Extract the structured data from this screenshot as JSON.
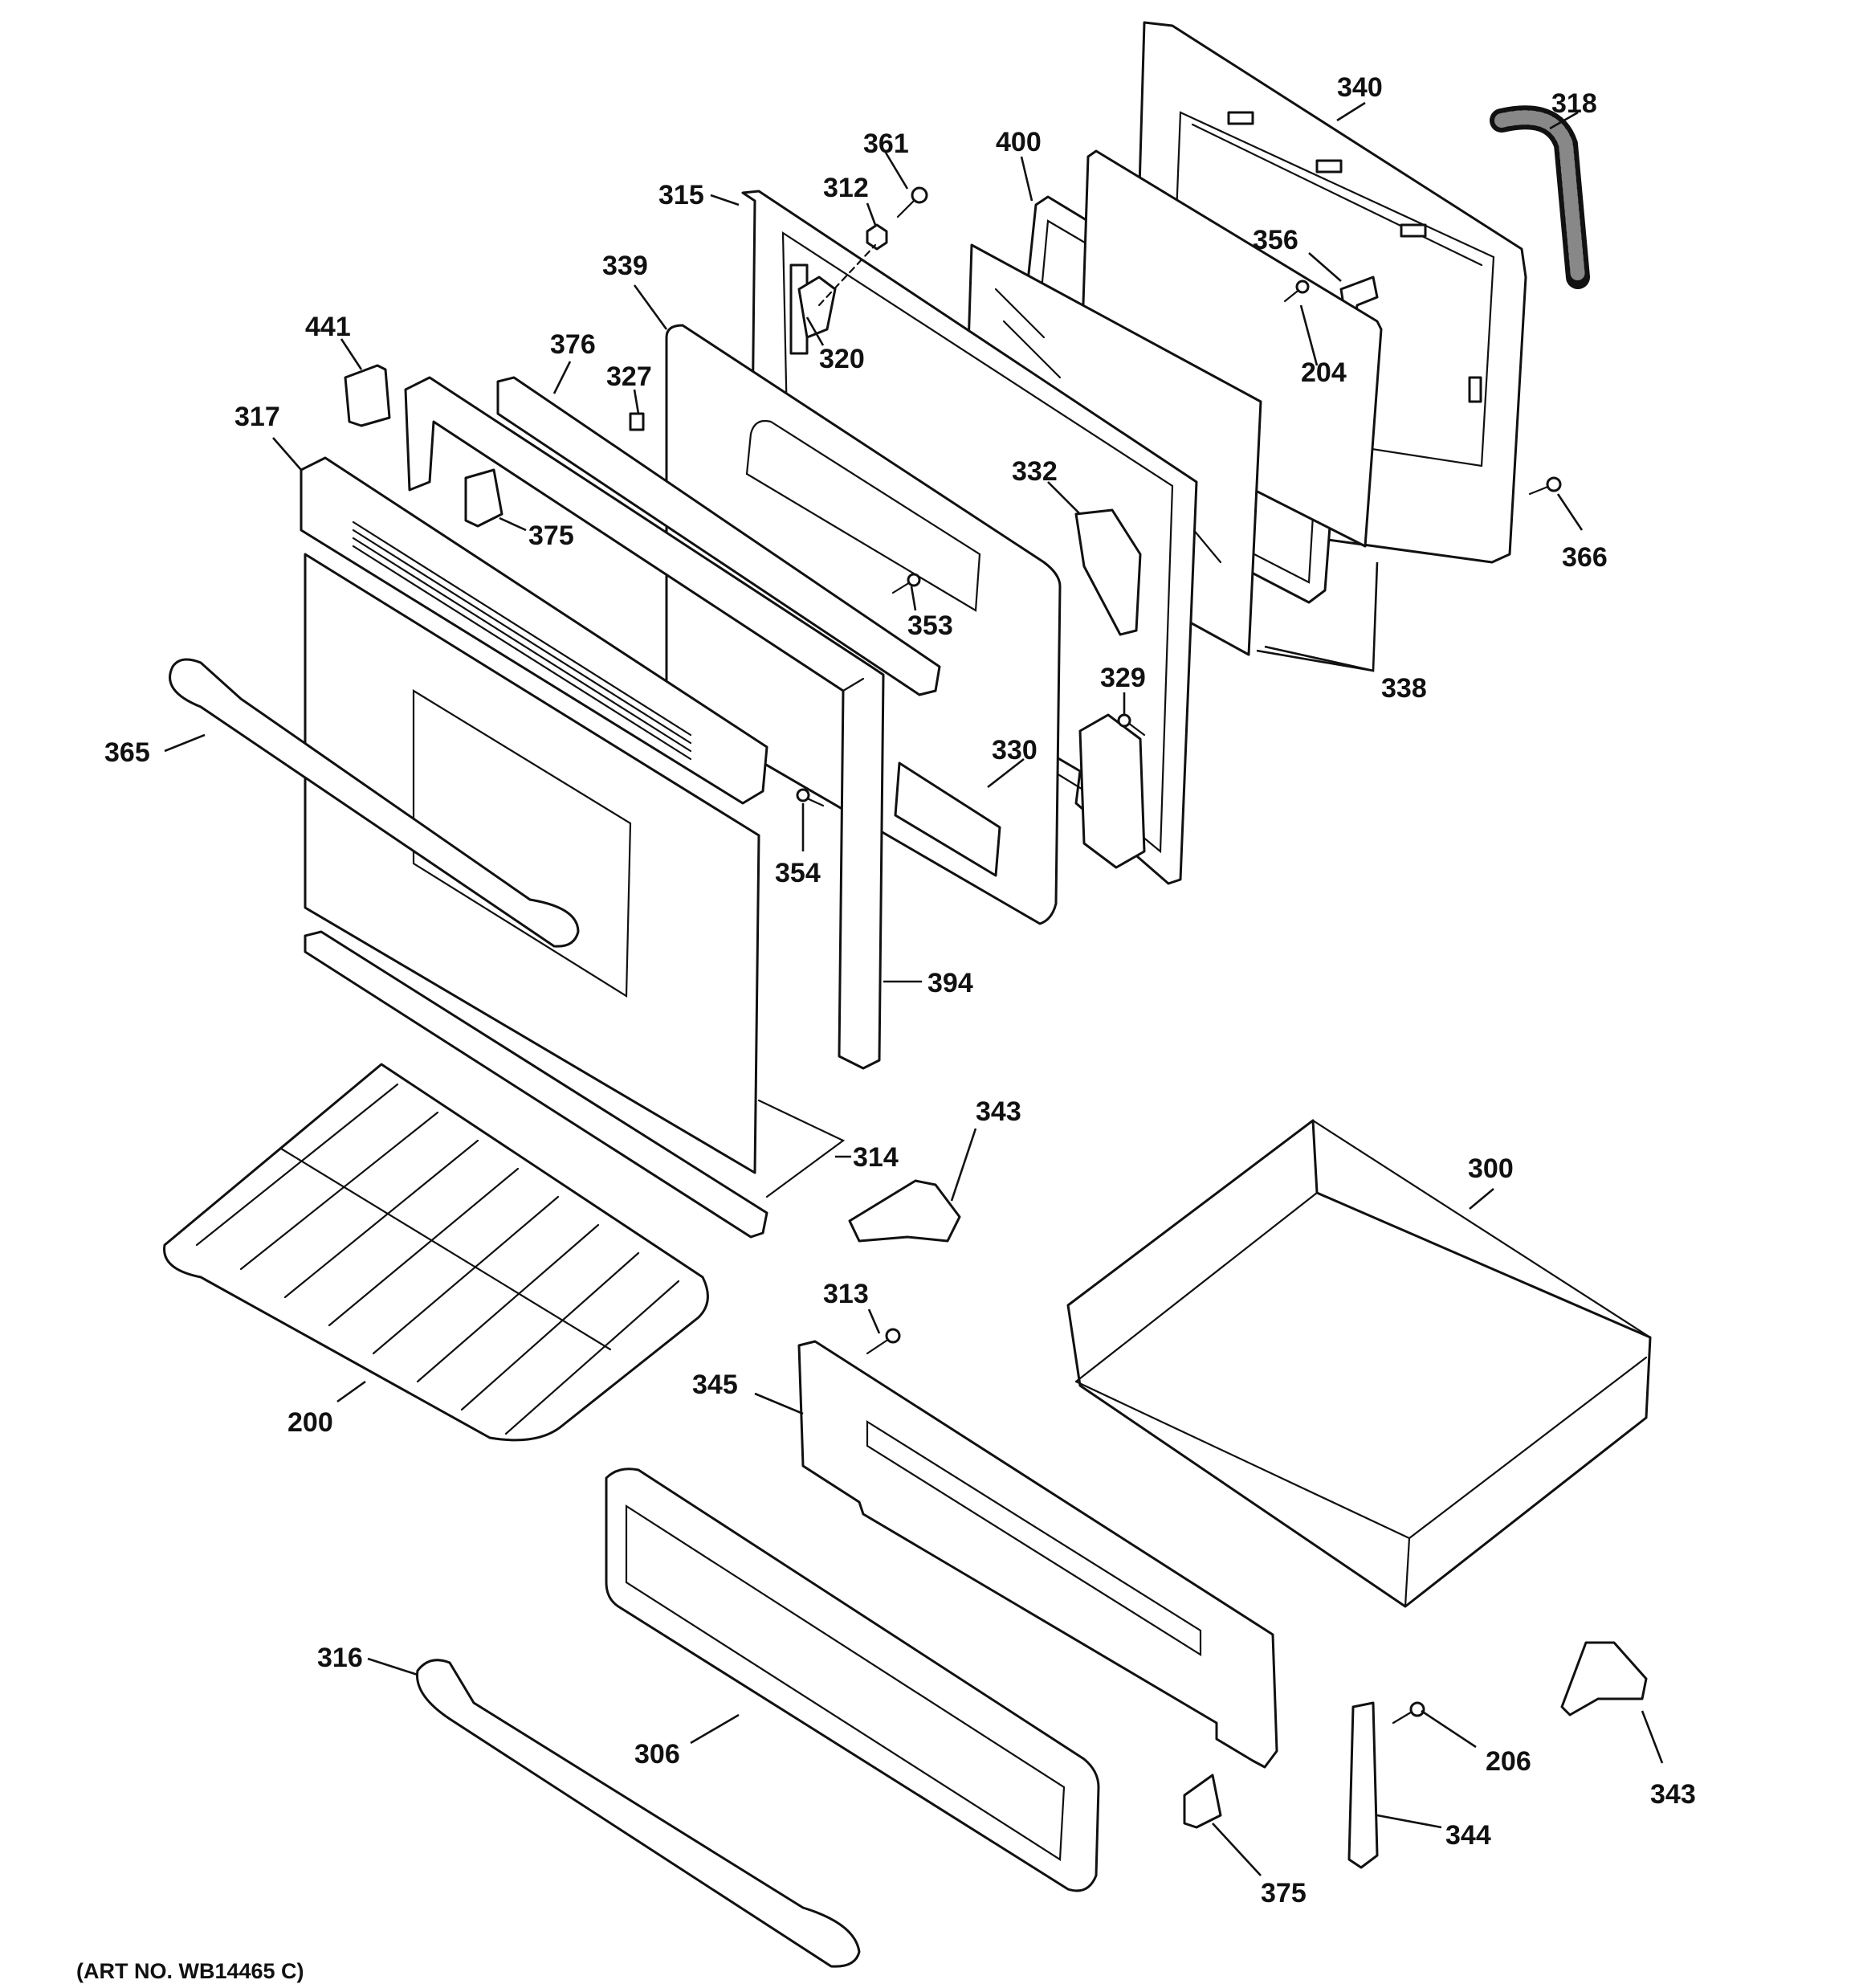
{
  "figure": {
    "art_number": "(ART NO. WB14465 C)"
  },
  "parts": [
    {
      "key": "p340",
      "label": "340"
    },
    {
      "key": "p318",
      "label": "318"
    },
    {
      "key": "p361",
      "label": "361"
    },
    {
      "key": "p400",
      "label": "400"
    },
    {
      "key": "p312",
      "label": "312"
    },
    {
      "key": "p315",
      "label": "315"
    },
    {
      "key": "p356",
      "label": "356"
    },
    {
      "key": "p339",
      "label": "339"
    },
    {
      "key": "p441",
      "label": "441"
    },
    {
      "key": "p376",
      "label": "376"
    },
    {
      "key": "p320",
      "label": "320"
    },
    {
      "key": "p204",
      "label": "204"
    },
    {
      "key": "p327",
      "label": "327"
    },
    {
      "key": "p317",
      "label": "317"
    },
    {
      "key": "p332",
      "label": "332"
    },
    {
      "key": "p375a",
      "label": "375"
    },
    {
      "key": "p366",
      "label": "366"
    },
    {
      "key": "p353",
      "label": "353"
    },
    {
      "key": "p338",
      "label": "338"
    },
    {
      "key": "p329",
      "label": "329"
    },
    {
      "key": "p365",
      "label": "365"
    },
    {
      "key": "p330",
      "label": "330"
    },
    {
      "key": "p354",
      "label": "354"
    },
    {
      "key": "p394",
      "label": "394"
    },
    {
      "key": "p343a",
      "label": "343"
    },
    {
      "key": "p300",
      "label": "300"
    },
    {
      "key": "p314",
      "label": "314"
    },
    {
      "key": "p313",
      "label": "313"
    },
    {
      "key": "p345",
      "label": "345"
    },
    {
      "key": "p200",
      "label": "200"
    },
    {
      "key": "p316",
      "label": "316"
    },
    {
      "key": "p306",
      "label": "306"
    },
    {
      "key": "p206",
      "label": "206"
    },
    {
      "key": "p343b",
      "label": "343"
    },
    {
      "key": "p344",
      "label": "344"
    },
    {
      "key": "p375b",
      "label": "375"
    }
  ]
}
